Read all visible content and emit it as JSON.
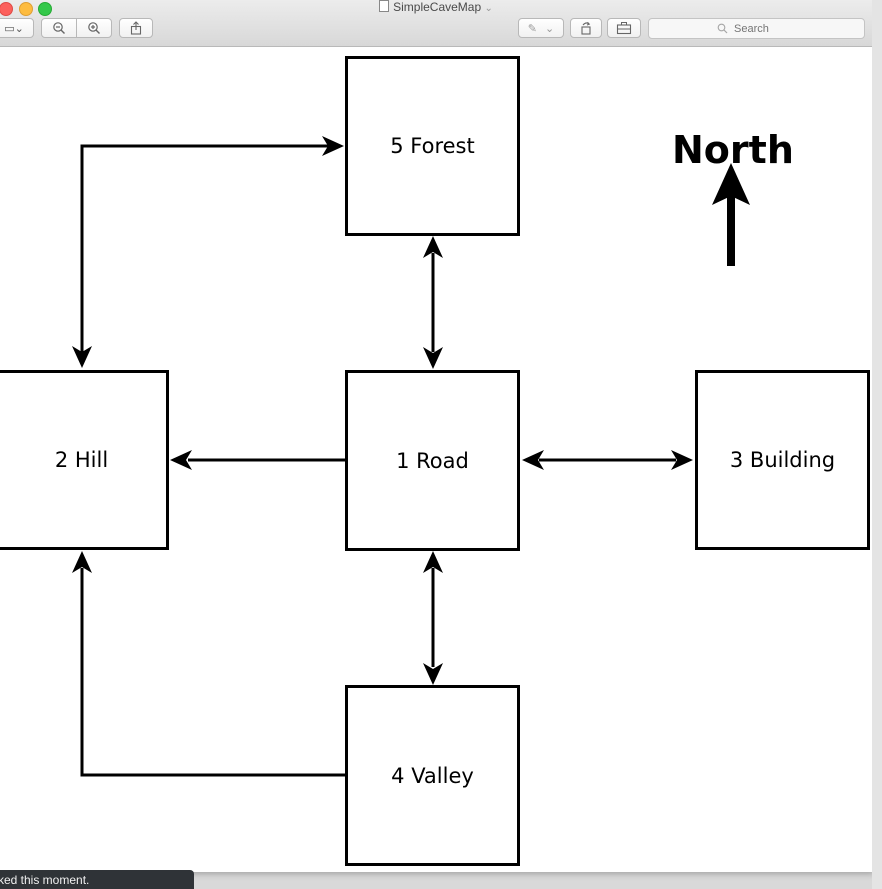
{
  "window": {
    "title": "SimpleCaveMap",
    "title_chevron": "⌄"
  },
  "toolbar": {
    "sidebar_toggle_icon": "▭⌄",
    "zoom_out_icon": "−",
    "zoom_in_icon": "+",
    "share_icon": "⇪",
    "markup_icon": "✎",
    "markup_menu_icon": "⌄",
    "rotate_icon": "↺",
    "toolbox_icon": "▣",
    "search_placeholder": "Search",
    "search_icon": "⌕"
  },
  "map": {
    "rooms": {
      "forest": "5 Forest",
      "hill": "2 Hill",
      "road": "1 Road",
      "building": "3 Building",
      "valley": "4 Valley"
    },
    "north_label": "North"
  },
  "status_bar": {
    "text": "rked this moment."
  }
}
